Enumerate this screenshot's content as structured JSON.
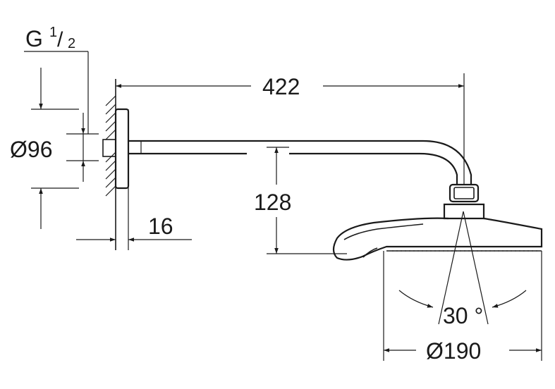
{
  "dimensions": {
    "thread": {
      "prefix": "G",
      "numerator": "1",
      "denominator": "2"
    },
    "arm_length": "422",
    "flange_diameter": "Ø96",
    "wall_thickness": "16",
    "head_drop": "128",
    "spray_angle": "30 °",
    "head_diameter": "Ø190"
  },
  "colors": {
    "ink": "#1a1a1a",
    "background": "#ffffff"
  }
}
